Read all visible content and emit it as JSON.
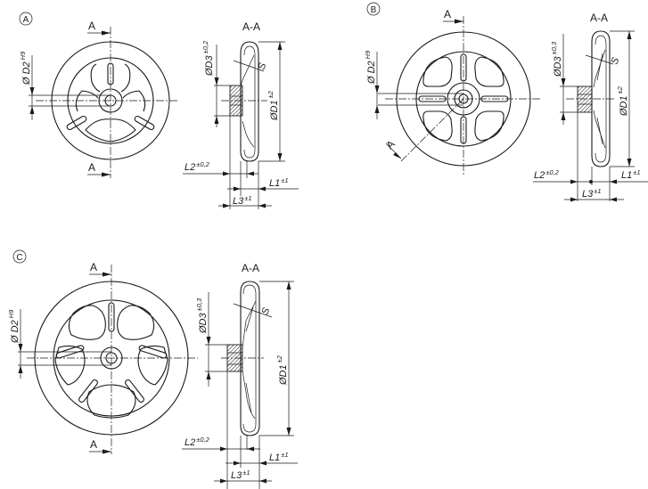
{
  "variants": [
    {
      "id": "A",
      "badge": "A",
      "section_marker": "A",
      "section_title": "A-A",
      "spokes": 3,
      "dims": {
        "D2": "Ø D2",
        "D2_tol": "H9",
        "D3": "ØD3",
        "D3_tol": "±0,2",
        "D1": "ØD1",
        "D1_tol": "±2",
        "S": "S",
        "L1": "L1",
        "L1_tol": "±1",
        "L2": "L2",
        "L2_tol": "±0,2",
        "L3": "L3",
        "L3_tol": "±1"
      }
    },
    {
      "id": "B",
      "badge": "B",
      "section_marker": "A",
      "section_title": "A-A",
      "spokes": 4,
      "dims": {
        "D2": "Ø D2",
        "D2_tol": "H9",
        "D3": "ØD3",
        "D3_tol": "±0,3",
        "D1": "ØD1",
        "D1_tol": "±2",
        "S": "S",
        "L1": "L1",
        "L1_tol": "±1",
        "L2": "L2",
        "L2_tol": "±0,2",
        "L3": "L3",
        "L3_tol": "±1"
      }
    },
    {
      "id": "C",
      "badge": "C",
      "section_marker": "A",
      "section_title": "A-A",
      "spokes": 5,
      "dims": {
        "D2": "Ø D2",
        "D2_tol": "H9",
        "D3": "ØD3",
        "D3_tol": "±0,3",
        "D1": "ØD1",
        "D1_tol": "±2",
        "S": "S",
        "L1": "L1",
        "L1_tol": "±1",
        "L2": "L2",
        "L2_tol": "±0,2",
        "L3": "L3",
        "L3_tol": "±1"
      }
    }
  ]
}
